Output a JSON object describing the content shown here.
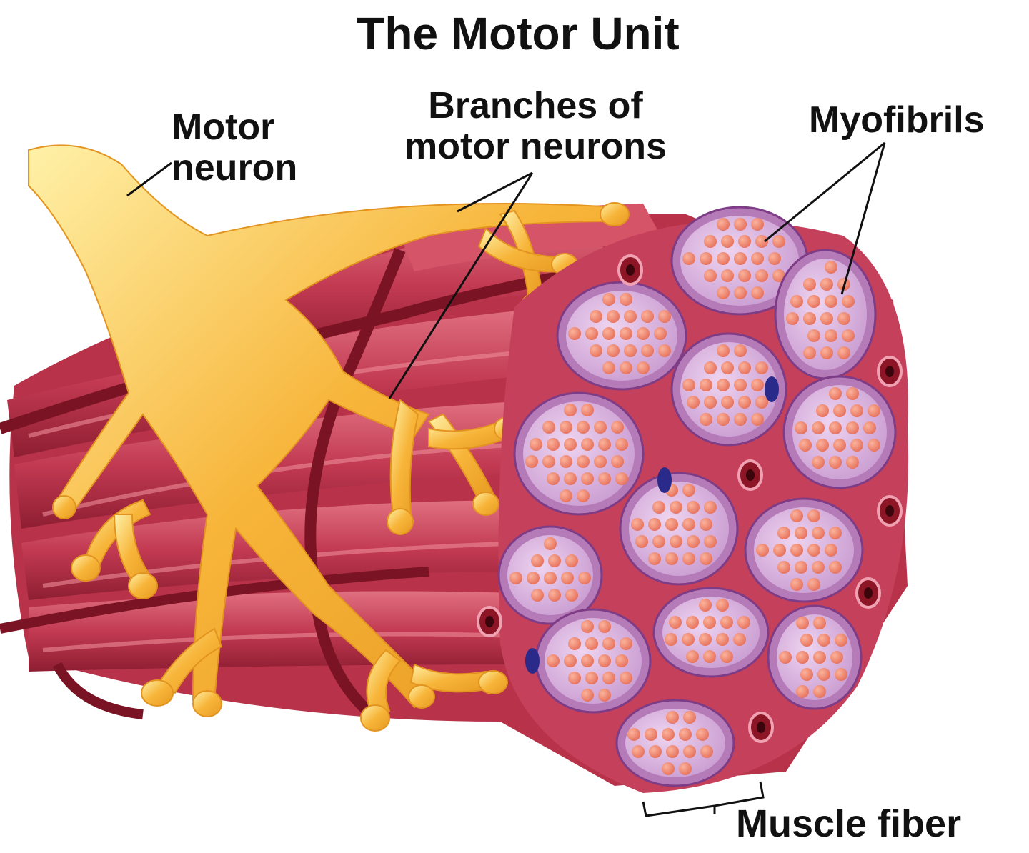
{
  "title": "The Motor Unit",
  "labels": {
    "motor_neuron_line1": "Motor",
    "motor_neuron_line2": "neuron",
    "branches_line1": "Branches of",
    "branches_line2": "motor neurons",
    "myofibrils": "Myofibrils",
    "muscle_fiber": "Muscle fiber"
  },
  "colors": {
    "muscle": "#c23a52",
    "muscle_dark": "#7a1424",
    "neuron": "#f7b53a",
    "fiber_outline": "#b57ab8",
    "fiber_fill": "#d9b3df",
    "myofibril_dot": "#ef8a73",
    "vessel": "#8c1526"
  }
}
